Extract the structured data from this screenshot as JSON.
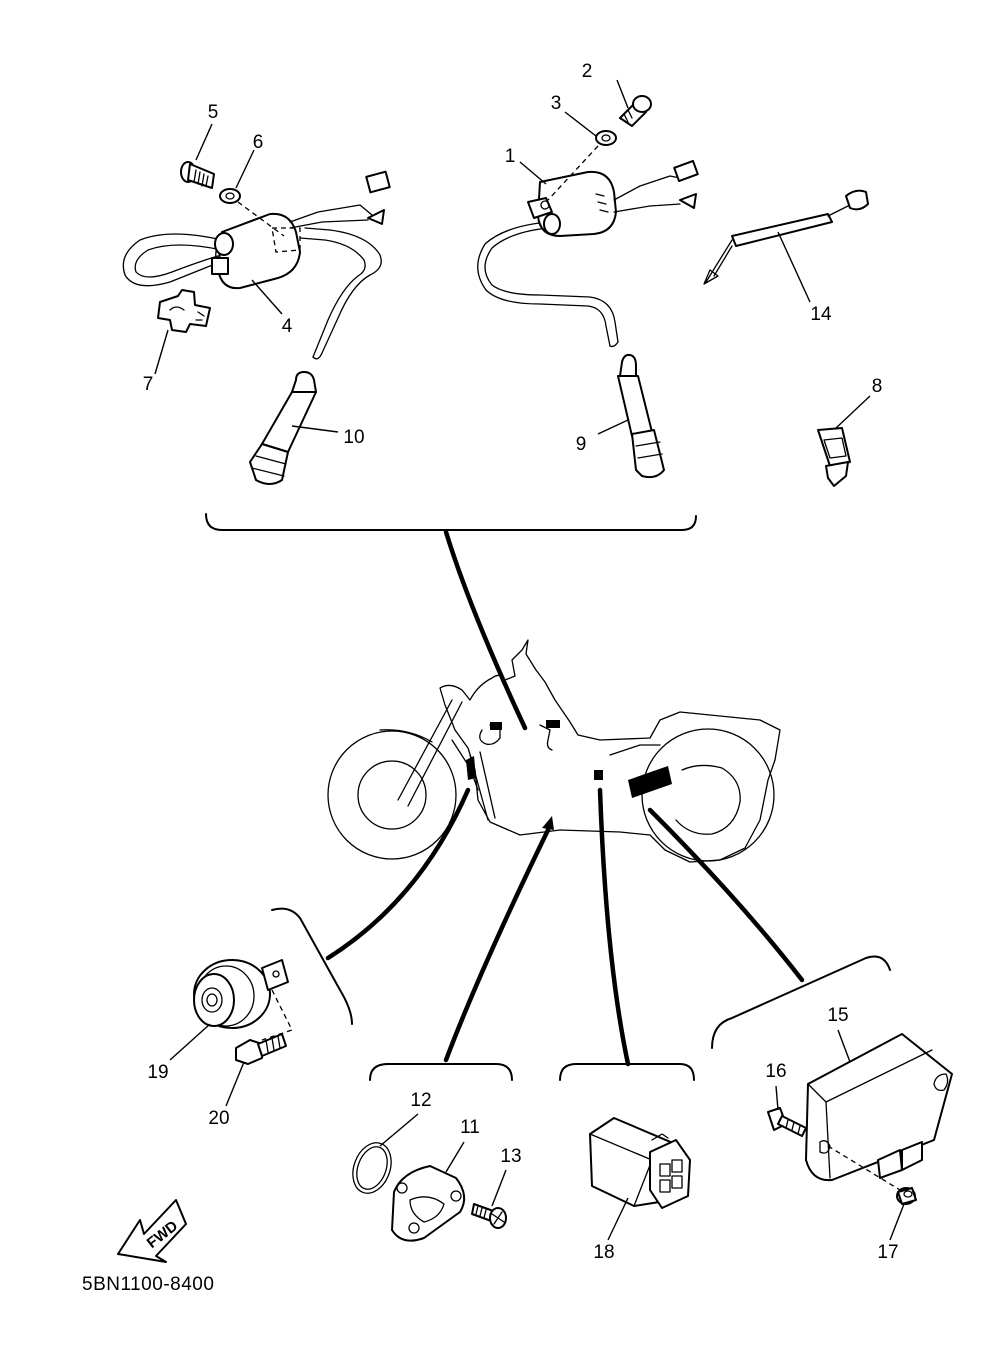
{
  "diagram": {
    "part_numbers": [
      "1",
      "2",
      "3",
      "4",
      "5",
      "6",
      "7",
      "8",
      "9",
      "10",
      "11",
      "12",
      "13",
      "14",
      "15",
      "16",
      "17",
      "18",
      "19",
      "20"
    ],
    "diagram_code": "5BN1100-8400",
    "direction_label": "FWD"
  }
}
